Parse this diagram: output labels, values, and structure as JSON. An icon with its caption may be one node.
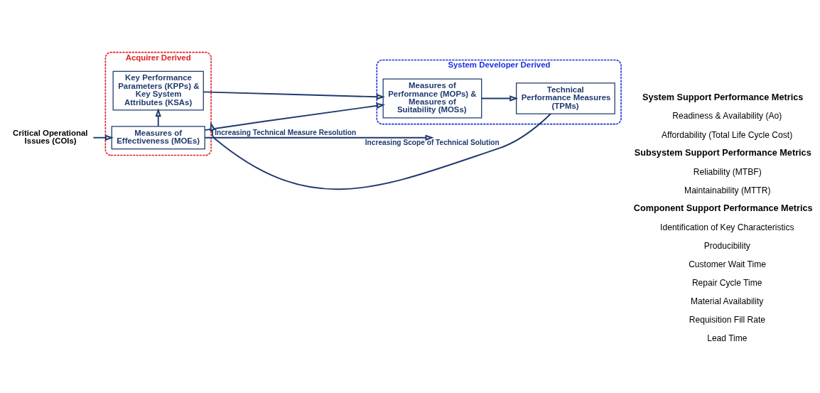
{
  "diagram": {
    "nodes": [
      {
        "text": [
          "Acquirer Derived"
        ]
      },
      {
        "text": [
          "Critical Operational Issues (COIs)"
        ]
      },
      {
        "text": [
          "Measures of Effectiveness (MOEs)"
        ],
        "in": 0
      },
      {
        "text": [
          "Key Performance Parameters (KPPs) & Key System Attributes (KSAs)"
        ],
        "in": 0
      },
      {
        "text": [
          "System Developer Derived"
        ]
      },
      {
        "text": [
          "Measures of Performance (MOPs) & Measures of Suitability (MOSs)"
        ],
        "in": 4
      },
      {
        "text": [
          "Technical Performance Measures (TPMs)"
        ],
        "in": 4
      }
    ],
    "edges": [
      {
        "from": 1,
        "to": 2,
        "arrow": "to"
      },
      {
        "from": 2,
        "to": 3,
        "arrow": "to"
      },
      {
        "from": 2,
        "to": 5,
        "arrow": "to"
      },
      {
        "from": 3,
        "to": 5,
        "arrow": "to"
      },
      {
        "from": 5,
        "to": 6,
        "arrow": "to"
      },
      {
        "from": 2,
        "to": null,
        "arrow": "to",
        "label": "Increasing Technical Measure Resolution"
      },
      {
        "from": 6,
        "to": 0,
        "arrow": "to",
        "label": "Increasing Scope of Technical Solution"
      }
    ],
    "labels": [
      "System Support Performance Metrics",
      "Readiness & Availability (Ao)",
      "Affordability (Total Life Cycle Cost)",
      "Subsystem Support Performance Metrics",
      "Reliability (MTBF)",
      "Maintainability (MTTR)",
      "Component Support Performance Metrics",
      "Identification of Key Characteristics",
      "Producibility",
      "Customer Wait Time",
      "Repair Cycle Time",
      "Material Availability",
      "Requisition Fill Rate",
      "Lead Time"
    ]
  }
}
